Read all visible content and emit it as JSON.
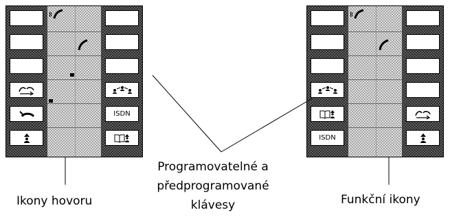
{
  "labels": {
    "left": "Ikony hovoru",
    "center_line1": "Programovatelné a",
    "center_line2": "předprogramované",
    "center_line3": "klávesy",
    "right": "Funkční ikony"
  },
  "left_panel": {
    "left_keys": [
      {
        "icon": "blank",
        "text": ""
      },
      {
        "icon": "blank",
        "text": ""
      },
      {
        "icon": "blank",
        "text": ""
      },
      {
        "icon": "call-forward-icon",
        "text": ""
      },
      {
        "icon": "call-transfer-icon",
        "text": ""
      },
      {
        "icon": "user-up-icon",
        "text": ""
      }
    ],
    "right_keys": [
      {
        "icon": "blank",
        "text": ""
      },
      {
        "icon": "blank",
        "text": ""
      },
      {
        "icon": "blank",
        "text": ""
      },
      {
        "icon": "conference-icon",
        "text": ""
      },
      {
        "icon": "text",
        "text": "ISDN"
      },
      {
        "icon": "phonebook-user-icon",
        "text": ""
      }
    ]
  },
  "right_panel": {
    "left_keys": [
      {
        "icon": "blank",
        "text": ""
      },
      {
        "icon": "blank",
        "text": ""
      },
      {
        "icon": "blank",
        "text": ""
      },
      {
        "icon": "conference-icon",
        "text": ""
      },
      {
        "icon": "phonebook-user-icon",
        "text": ""
      },
      {
        "icon": "text",
        "text": "ISDN"
      }
    ],
    "right_keys": [
      {
        "icon": "blank",
        "text": ""
      },
      {
        "icon": "blank",
        "text": ""
      },
      {
        "icon": "blank",
        "text": ""
      },
      {
        "icon": "blank",
        "text": ""
      },
      {
        "icon": "call-forward-icon",
        "text": ""
      },
      {
        "icon": "user-up-icon",
        "text": ""
      }
    ]
  }
}
